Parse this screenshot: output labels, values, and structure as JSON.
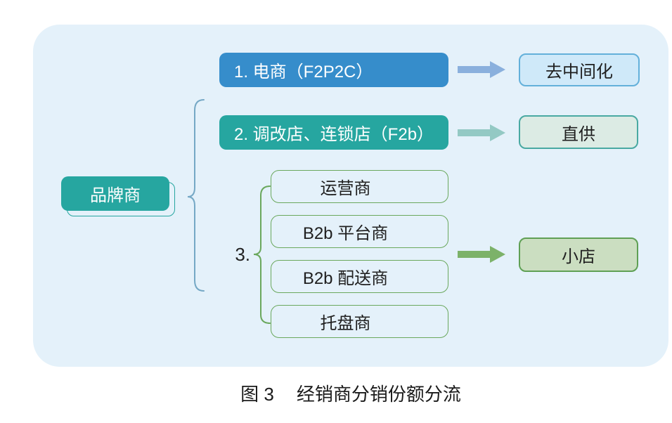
{
  "figure": {
    "caption": {
      "prefix": "图 3",
      "title": "经销商分销份额分流"
    }
  },
  "root_node": {
    "label": "品牌商"
  },
  "branch1": {
    "label": "1. 电商（F2P2C）",
    "target": "去中间化"
  },
  "branch2": {
    "label": "2. 调改店、连锁店（F2b）",
    "target": "直供"
  },
  "branch3": {
    "number_label": "3.",
    "items": [
      "运营商",
      "B2b 平台商",
      "B2b 配送商",
      "托盘商"
    ],
    "target": "小店"
  },
  "colors": {
    "panel_bg": "#e4f1fa",
    "branch1_fill": "#368dcb",
    "branch2_fill": "#26a6a0",
    "root_fill": "#26a6a0",
    "target1_fill": "#cfe9f9",
    "target1_border": "#63b0da",
    "target2_fill": "#dcebe4",
    "target2_border": "#49a9a2",
    "target3_fill": "#cbdec1",
    "target3_border": "#5fa054",
    "item_border": "#6aa85d",
    "main_brace": "#75a8c5",
    "group_brace": "#6aa85d",
    "arrow1": "#8ab0dd",
    "arrow2": "#93c9c4",
    "arrow3": "#7cb269"
  }
}
